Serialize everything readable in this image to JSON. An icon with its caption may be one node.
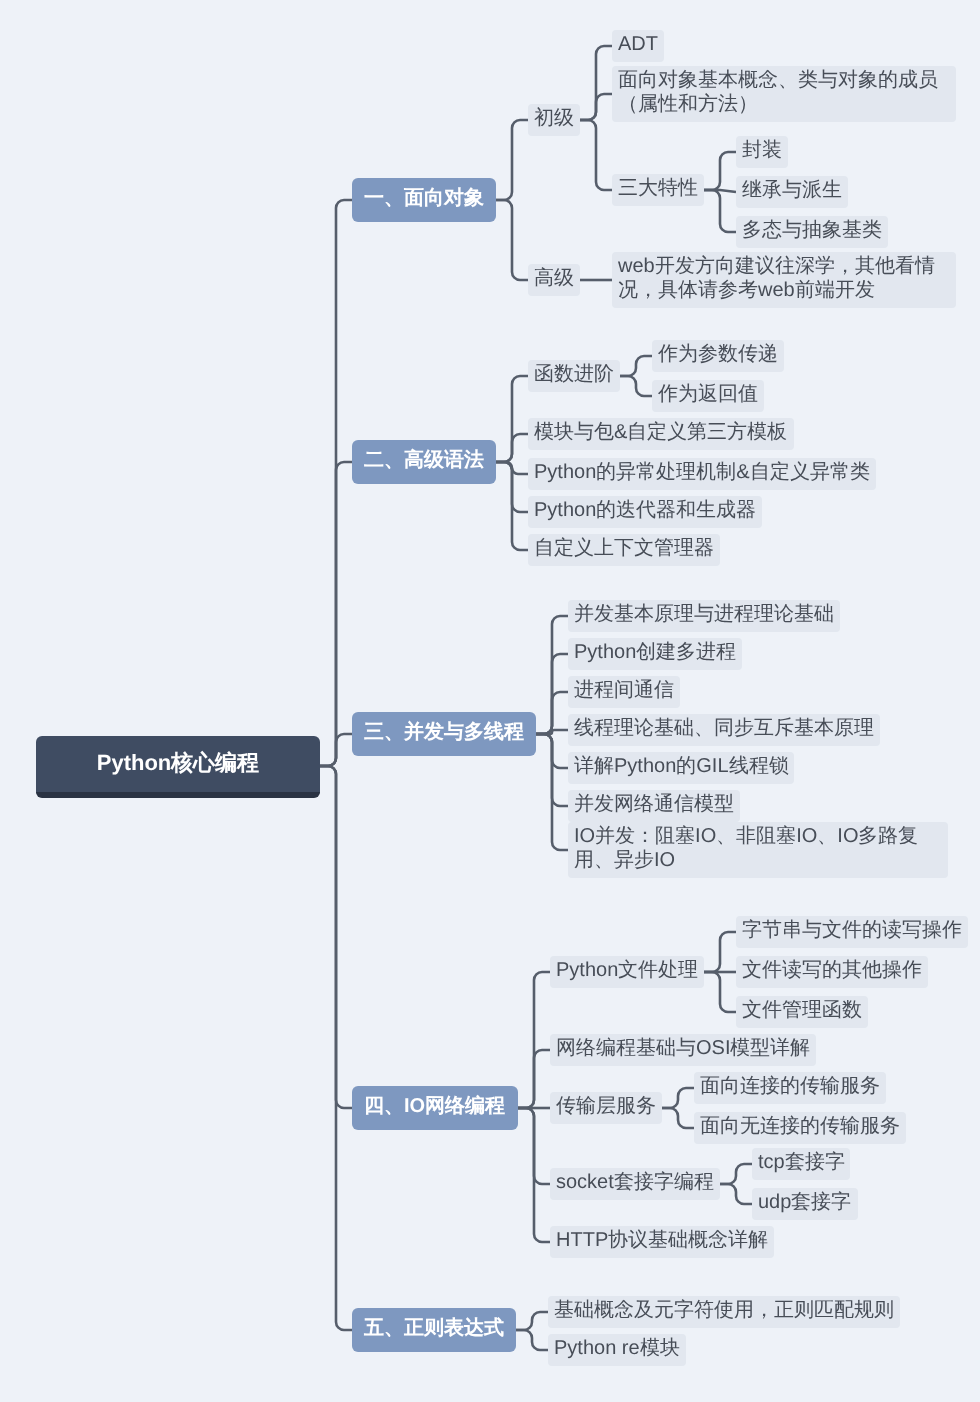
{
  "diagram": {
    "nodes": [
      {
        "text": [
          "Python核心编程"
        ]
      },
      {
        "text": [
          "一、面向对象"
        ]
      },
      {
        "text": [
          "初级"
        ]
      },
      {
        "text": [
          "ADT"
        ]
      },
      {
        "text": [
          "面向对象基本概念、类与对象的成员（属性和方法）"
        ]
      },
      {
        "text": [
          "三大特性"
        ]
      },
      {
        "text": [
          "封装"
        ]
      },
      {
        "text": [
          "继承与派生"
        ]
      },
      {
        "text": [
          "多态与抽象基类"
        ]
      },
      {
        "text": [
          "高级"
        ]
      },
      {
        "text": [
          "web开发方向建议往深学，其他看情况，具体请参考web前端开发"
        ]
      },
      {
        "text": [
          "二、高级语法"
        ]
      },
      {
        "text": [
          "函数进阶"
        ]
      },
      {
        "text": [
          "作为参数传递"
        ]
      },
      {
        "text": [
          "作为返回值"
        ]
      },
      {
        "text": [
          "模块与包&自定义第三方模板"
        ]
      },
      {
        "text": [
          "Python的异常处理机制&自定义异常类"
        ]
      },
      {
        "text": [
          "Python的迭代器和生成器"
        ]
      },
      {
        "text": [
          "自定义上下文管理器"
        ]
      },
      {
        "text": [
          "三、并发与多线程"
        ]
      },
      {
        "text": [
          "并发基本原理与进程理论基础"
        ]
      },
      {
        "text": [
          "Python创建多进程"
        ]
      },
      {
        "text": [
          "进程间通信"
        ]
      },
      {
        "text": [
          "线程理论基础、同步互斥基本原理"
        ]
      },
      {
        "text": [
          "详解Python的GIL线程锁"
        ]
      },
      {
        "text": [
          "并发网络通信模型"
        ]
      },
      {
        "text": [
          "IO并发：阻塞IO、非阻塞IO、IO多路复用、异步IO"
        ]
      },
      {
        "text": [
          "四、IO网络编程"
        ]
      },
      {
        "text": [
          "Python文件处理"
        ]
      },
      {
        "text": [
          "字节串与文件的读写操作"
        ]
      },
      {
        "text": [
          "文件读写的其他操作"
        ]
      },
      {
        "text": [
          "文件管理函数"
        ]
      },
      {
        "text": [
          "网络编程基础与OSI模型详解"
        ]
      },
      {
        "text": [
          "传输层服务"
        ]
      },
      {
        "text": [
          "面向连接的传输服务"
        ]
      },
      {
        "text": [
          "面向无连接的传输服务"
        ]
      },
      {
        "text": [
          "socket套接字编程"
        ]
      },
      {
        "text": [
          "tcp套接字"
        ]
      },
      {
        "text": [
          "udp套接字"
        ]
      },
      {
        "text": [
          "HTTP协议基础概念详解"
        ]
      },
      {
        "text": [
          "五、正则表达式"
        ]
      },
      {
        "text": [
          "基础概念及元字符使用，正则匹配规则"
        ]
      },
      {
        "text": [
          "Python re模块"
        ]
      }
    ],
    "edges": [
      {
        "from": 0,
        "to": 1,
        "arrow": "none"
      },
      {
        "from": 1,
        "to": 2,
        "arrow": "none"
      },
      {
        "from": 2,
        "to": 3,
        "arrow": "none"
      },
      {
        "from": 2,
        "to": 4,
        "arrow": "none"
      },
      {
        "from": 2,
        "to": 5,
        "arrow": "none"
      },
      {
        "from": 5,
        "to": 6,
        "arrow": "none"
      },
      {
        "from": 5,
        "to": 7,
        "arrow": "none"
      },
      {
        "from": 5,
        "to": 8,
        "arrow": "none"
      },
      {
        "from": 1,
        "to": 9,
        "arrow": "none"
      },
      {
        "from": 9,
        "to": 10,
        "arrow": "none"
      },
      {
        "from": 0,
        "to": 11,
        "arrow": "none"
      },
      {
        "from": 11,
        "to": 12,
        "arrow": "none"
      },
      {
        "from": 12,
        "to": 13,
        "arrow": "none"
      },
      {
        "from": 12,
        "to": 14,
        "arrow": "none"
      },
      {
        "from": 11,
        "to": 15,
        "arrow": "none"
      },
      {
        "from": 11,
        "to": 16,
        "arrow": "none"
      },
      {
        "from": 11,
        "to": 17,
        "arrow": "none"
      },
      {
        "from": 11,
        "to": 18,
        "arrow": "none"
      },
      {
        "from": 0,
        "to": 19,
        "arrow": "none"
      },
      {
        "from": 19,
        "to": 20,
        "arrow": "none"
      },
      {
        "from": 19,
        "to": 21,
        "arrow": "none"
      },
      {
        "from": 19,
        "to": 22,
        "arrow": "none"
      },
      {
        "from": 19,
        "to": 23,
        "arrow": "none"
      },
      {
        "from": 19,
        "to": 24,
        "arrow": "none"
      },
      {
        "from": 19,
        "to": 25,
        "arrow": "none"
      },
      {
        "from": 19,
        "to": 26,
        "arrow": "none"
      },
      {
        "from": 0,
        "to": 27,
        "arrow": "none"
      },
      {
        "from": 27,
        "to": 28,
        "arrow": "none"
      },
      {
        "from": 28,
        "to": 29,
        "arrow": "none"
      },
      {
        "from": 28,
        "to": 30,
        "arrow": "none"
      },
      {
        "from": 28,
        "to": 31,
        "arrow": "none"
      },
      {
        "from": 27,
        "to": 32,
        "arrow": "none"
      },
      {
        "from": 27,
        "to": 33,
        "arrow": "none"
      },
      {
        "from": 33,
        "to": 34,
        "arrow": "none"
      },
      {
        "from": 33,
        "to": 35,
        "arrow": "none"
      },
      {
        "from": 27,
        "to": 36,
        "arrow": "none"
      },
      {
        "from": 36,
        "to": 37,
        "arrow": "none"
      },
      {
        "from": 36,
        "to": 38,
        "arrow": "none"
      },
      {
        "from": 27,
        "to": 39,
        "arrow": "none"
      },
      {
        "from": 0,
        "to": 40,
        "arrow": "none"
      },
      {
        "from": 40,
        "to": 41,
        "arrow": "none"
      },
      {
        "from": 40,
        "to": 42,
        "arrow": "none"
      }
    ]
  }
}
